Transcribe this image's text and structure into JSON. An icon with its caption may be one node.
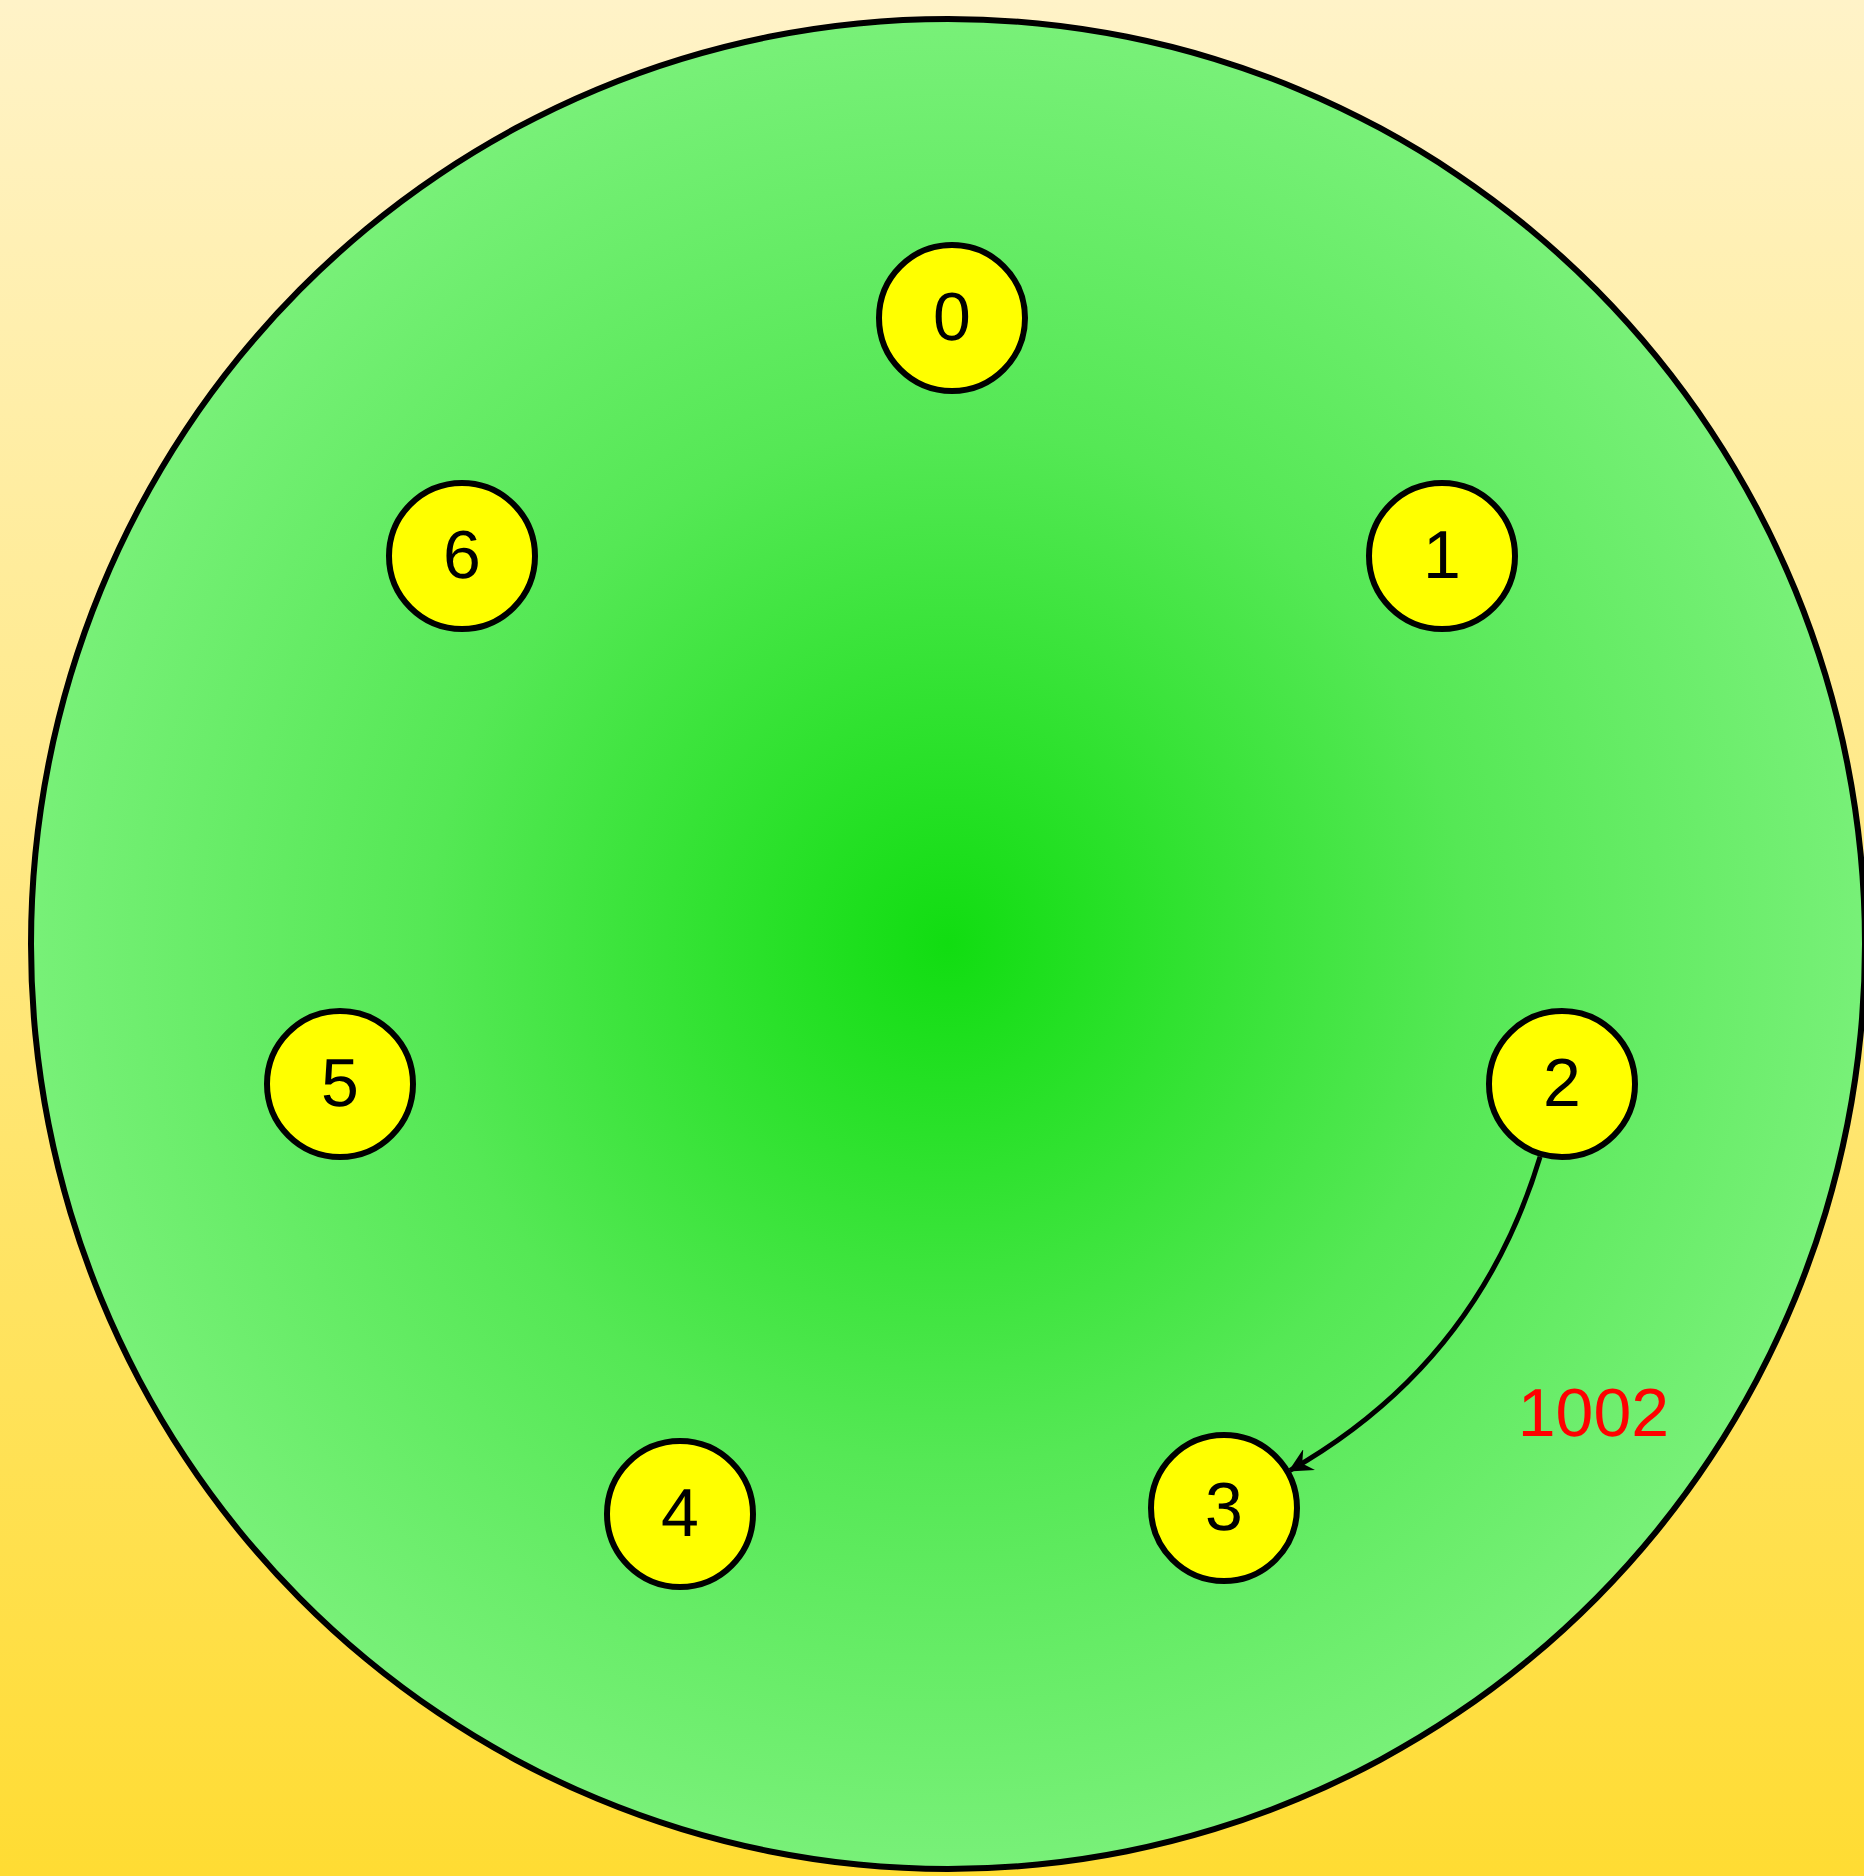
{
  "diagram": {
    "nodes": [
      {
        "text": [],
        "shape": "circle"
      },
      {
        "text": [
          "0"
        ],
        "in": 0
      },
      {
        "text": [
          "1"
        ],
        "in": 0
      },
      {
        "text": [
          "2"
        ],
        "in": 0
      },
      {
        "text": [
          "3"
        ],
        "in": 0
      },
      {
        "text": [
          "4"
        ],
        "in": 0
      },
      {
        "text": [
          "5"
        ],
        "in": 0
      },
      {
        "text": [
          "6"
        ],
        "in": 0
      }
    ],
    "edges": [
      {
        "from": 3,
        "to": 4,
        "arrow": "to",
        "label": "1002"
      }
    ]
  }
}
